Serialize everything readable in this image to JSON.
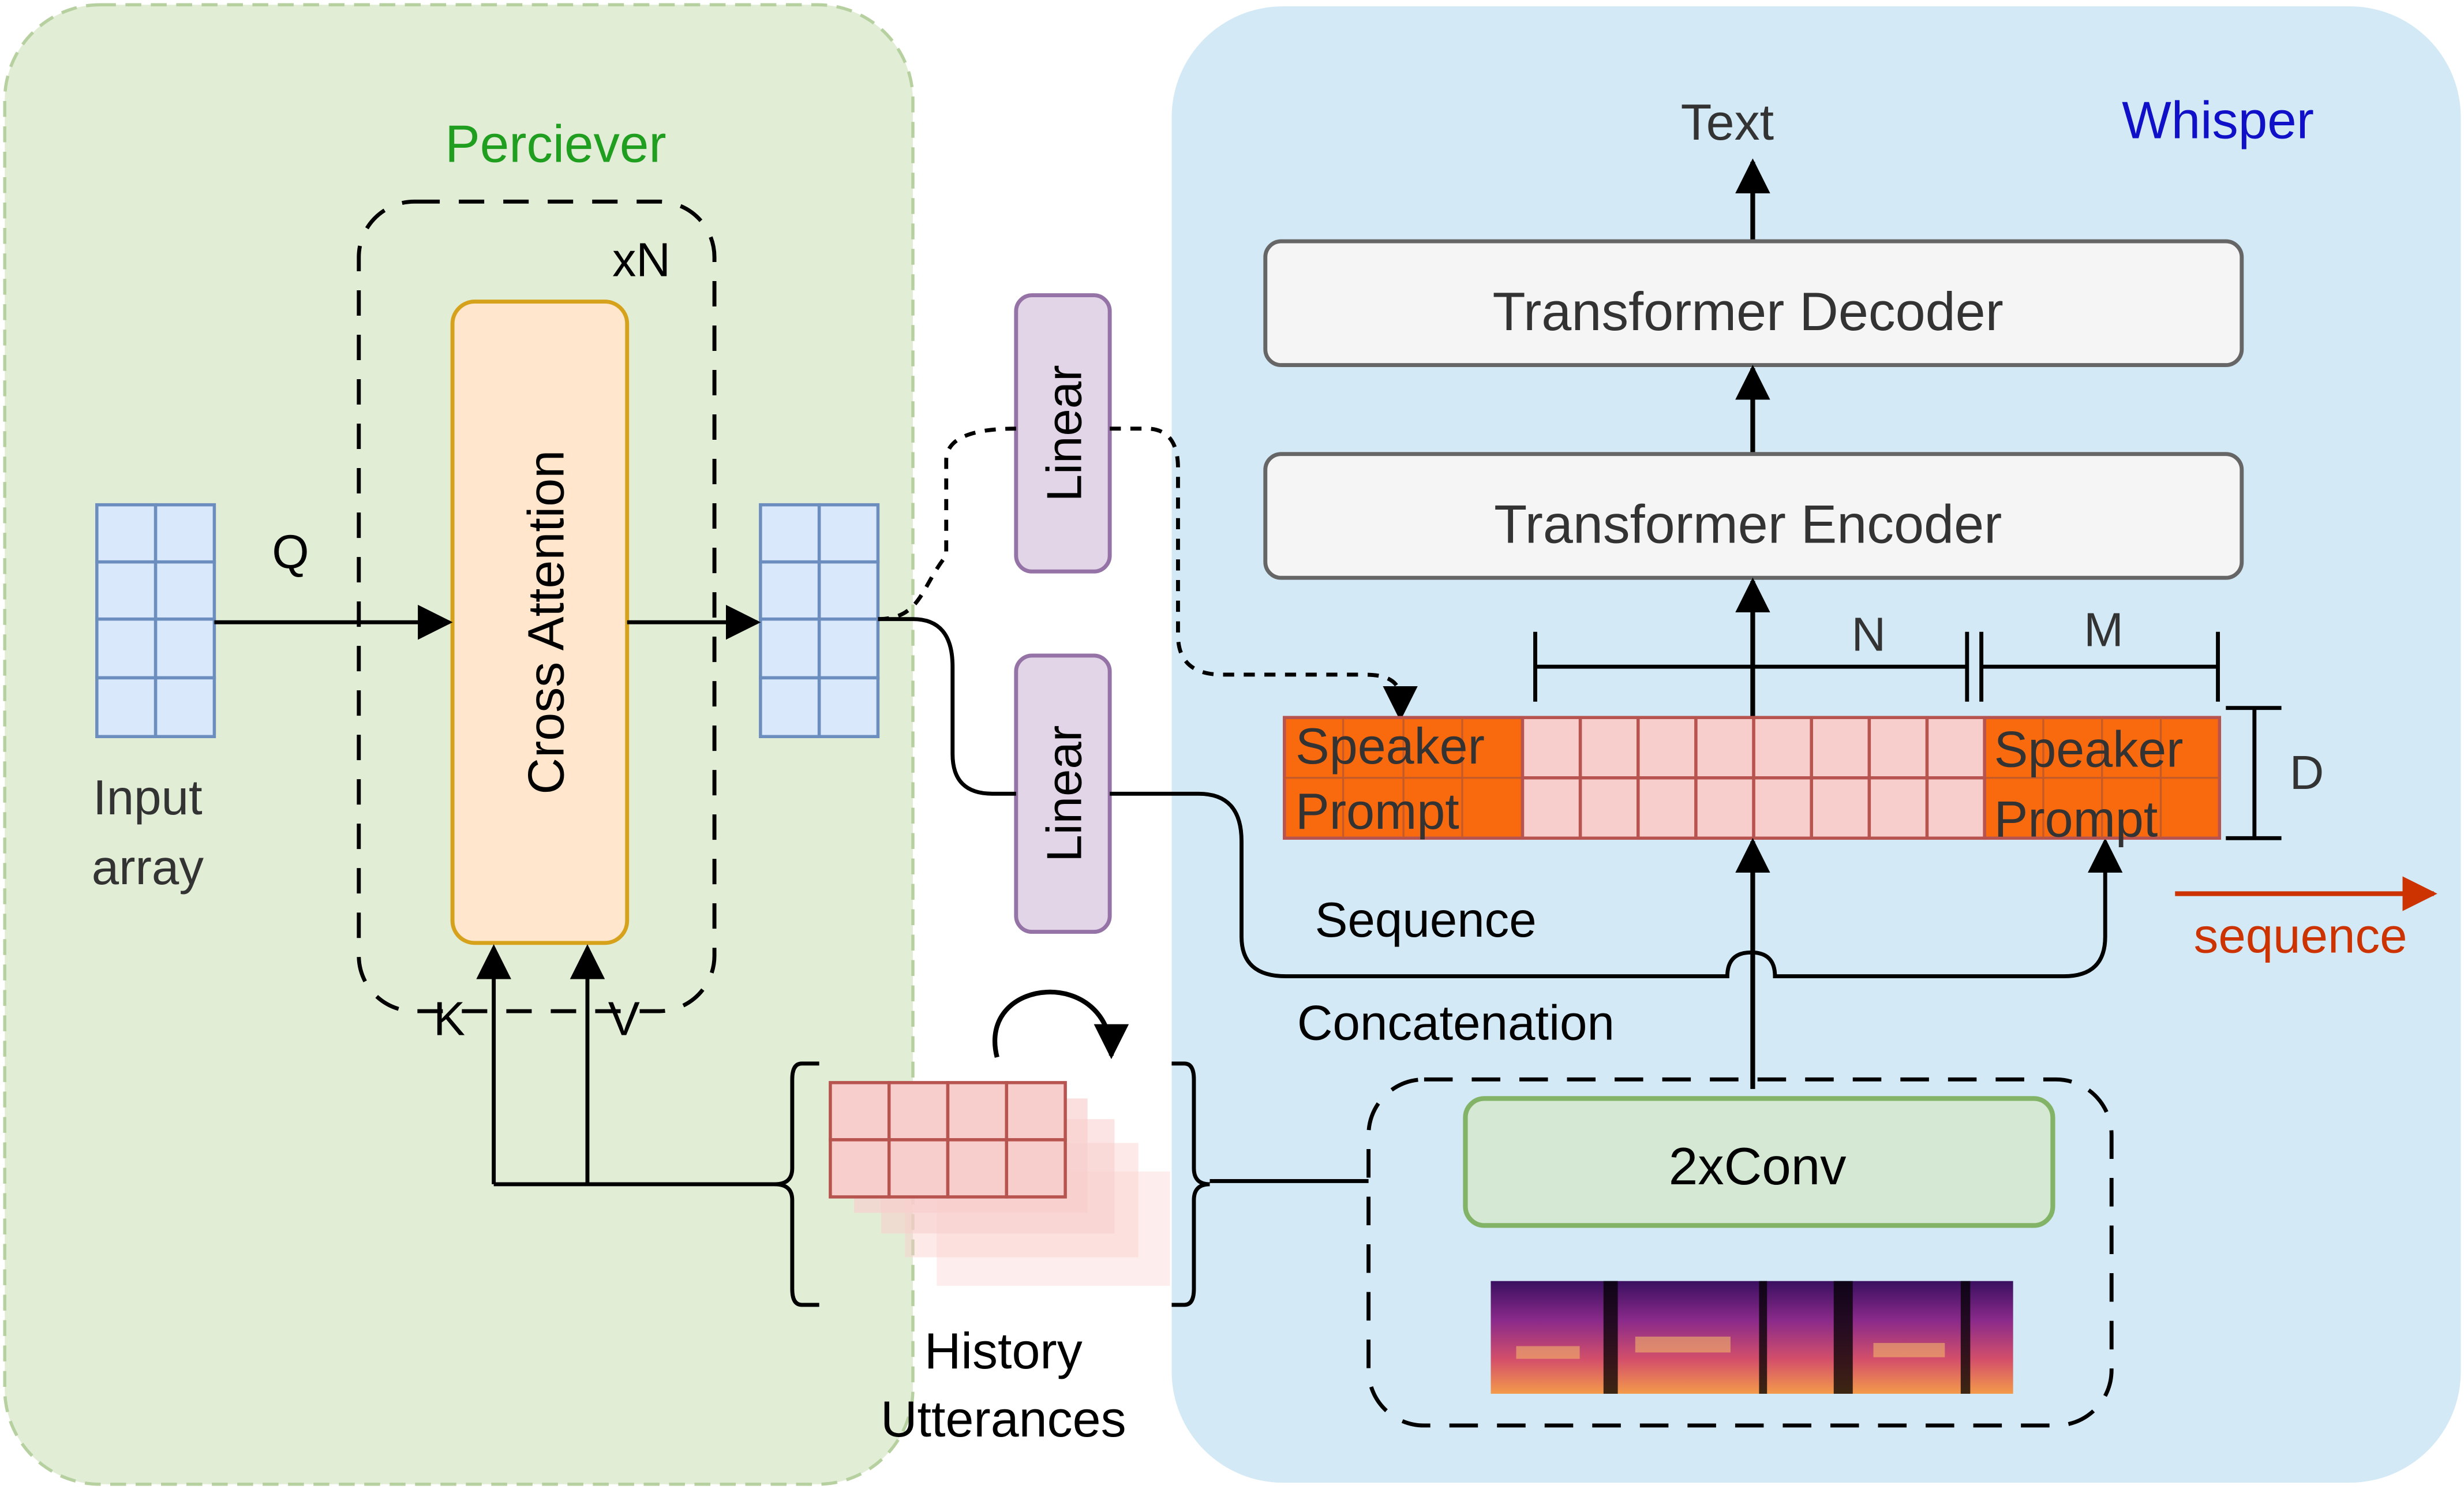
{
  "perceiver": {
    "title": "Perciever",
    "repeat": "xN",
    "cross_attention": "Cross Attention",
    "q_label": "Q",
    "k_label": "K",
    "v_label": "V",
    "input_label_line1": "Input",
    "input_label_line2": "array"
  },
  "whisper": {
    "title": "Whisper",
    "output": "Text",
    "decoder": "Transformer Decoder",
    "encoder": "Transformer Encoder",
    "conv": "2xConv",
    "n_label": "N",
    "m_label": "M",
    "d_label": "D",
    "sequence_axis": "sequence"
  },
  "linear_top": "Linear",
  "linear_bottom": "Linear",
  "speaker_prompt_line1": "Speaker",
  "speaker_prompt_line2": "Prompt",
  "sequence_label": "Sequence",
  "concatenation_label": "Concatenation",
  "history_line1": "History",
  "history_line2": "Utterances",
  "colors": {
    "perceiver_bg": "#dfecd3",
    "perceiver_border": "#b6d0a0",
    "perceiver_title": "#1f9e1f",
    "whisper_bg": "#d3eaf6",
    "whisper_title": "#1010c8",
    "cross_attn_fill": "#ffe6cc",
    "cross_attn_border": "#d6a21c",
    "input_grid_fill": "#dae8fc",
    "input_grid_border": "#6c8ebf",
    "linear_fill": "#e1d5e7",
    "linear_border": "#9673a6",
    "prompt_orange": "#f96a0e",
    "token_pink": "#f8cecc",
    "token_border": "#b85450",
    "conv_fill": "#d5e8d4",
    "conv_border": "#82b366",
    "sequence_arrow": "#cc3300"
  }
}
